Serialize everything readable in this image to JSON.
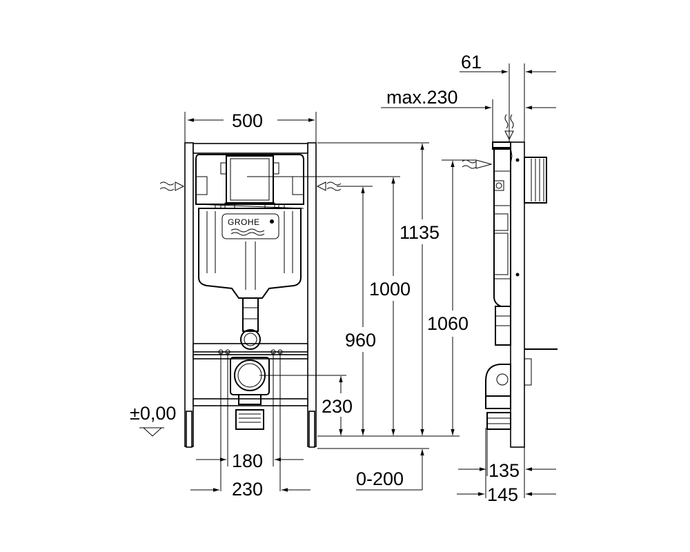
{
  "brand": "GROHE",
  "dimensions": {
    "front_width": "500",
    "height_total": "1135",
    "height_flush": "1000",
    "height_inlet": "960",
    "height_side_inlet": "1060",
    "height_outlet": "230",
    "floor_level": "±0,00",
    "fixing_inner": "180",
    "fixing_outer": "230",
    "floor_adjust": "0-200",
    "side_top_depth": "61",
    "side_max_depth": "max.230",
    "side_depth_inner": "135",
    "side_depth_outer": "145"
  }
}
